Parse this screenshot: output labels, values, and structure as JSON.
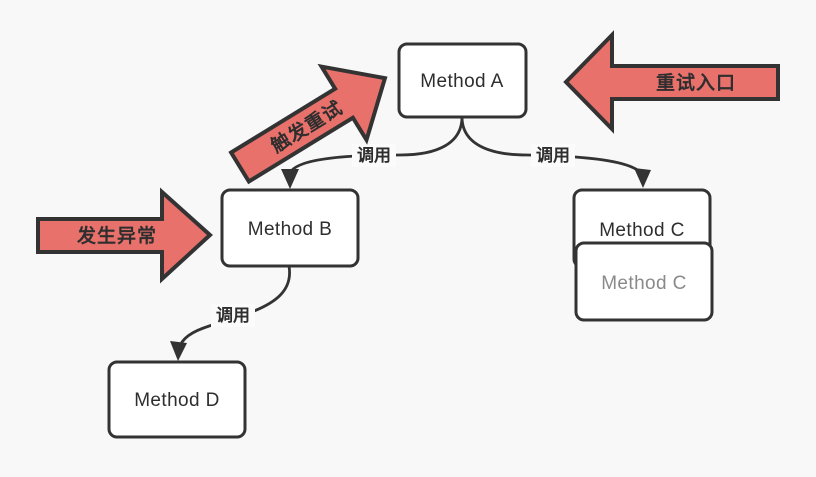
{
  "diagram": {
    "colors": {
      "background": "#f8f8f8",
      "node_fill": "#ffffff",
      "stroke": "#333333",
      "accent_red": "#e8716b",
      "text_primary": "#2e2e2e",
      "text_secondary": "#8a8a8a",
      "label_backdrop": "#fbfbfb"
    },
    "nodes": {
      "method_a": {
        "label": "Method A"
      },
      "method_b": {
        "label": "Method B"
      },
      "method_c_back": {
        "label": "Method C"
      },
      "method_c_front": {
        "label": "Method C"
      },
      "method_d": {
        "label": "Method D"
      }
    },
    "edges": {
      "a_to_b": {
        "label": "调用"
      },
      "a_to_c": {
        "label": "调用"
      },
      "b_to_d": {
        "label": "调用"
      }
    },
    "annotations": {
      "trigger_retry": {
        "label": "触发重试"
      },
      "retry_entry": {
        "label": "重试入口"
      },
      "exception_occurs": {
        "label": "发生异常"
      }
    }
  }
}
